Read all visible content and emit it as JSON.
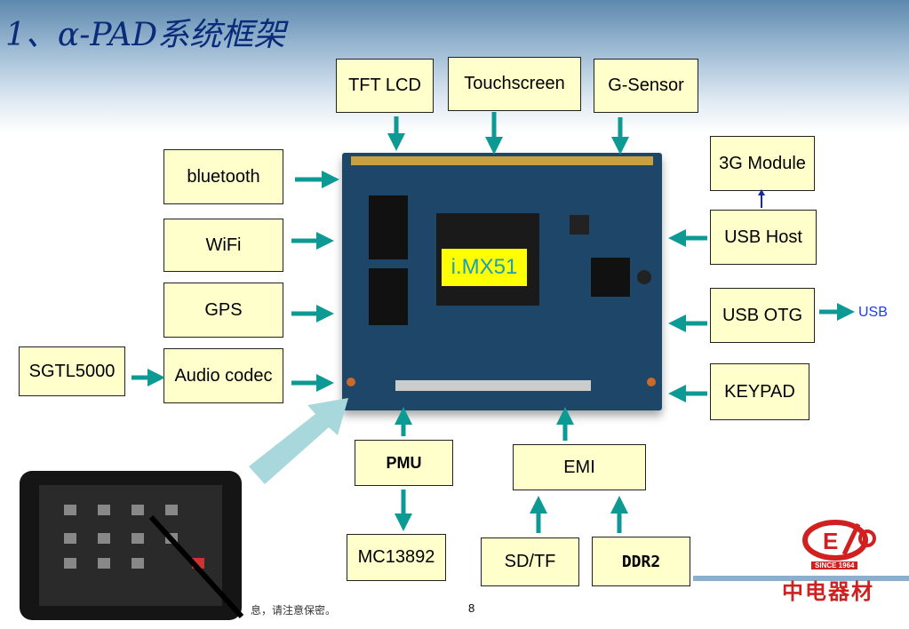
{
  "title": "1、α-PAD系统框架",
  "cpu": "i.MX51",
  "top_blocks": {
    "tft": "TFT LCD",
    "touch": "Touchscreen",
    "gsensor": "G-Sensor"
  },
  "left_blocks": {
    "bluetooth": "bluetooth",
    "wifi": "WiFi",
    "gps": "GPS",
    "audio": "Audio codec",
    "sgtl": "SGTL5000"
  },
  "right_blocks": {
    "g3": "3G Module",
    "usbhost": "USB Host",
    "usbotg": "USB OTG",
    "keypad": "KEYPAD",
    "usb_label": "USB"
  },
  "bottom_blocks": {
    "pmu": "PMU",
    "mc": "MC13892",
    "emi": "EMI",
    "sd": "SD/TF",
    "ddr": "DDR2"
  },
  "footer": {
    "note": "息，请注意保密。",
    "page": "8"
  },
  "logo": {
    "since": "SINCE 1964",
    "name": "中电器材"
  },
  "colors": {
    "arrow": "#0e9a94",
    "box_fill": "#ffffcc",
    "board": "#1d4668",
    "chip": "#ffff00",
    "title": "#0a2a7a"
  }
}
